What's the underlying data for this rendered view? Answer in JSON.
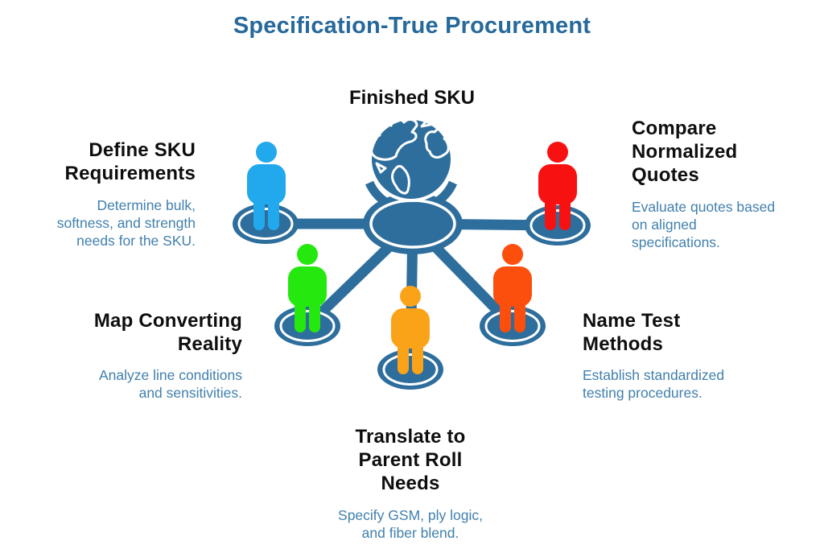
{
  "title": "Specification-True Procurement",
  "hub": {
    "label": "Finished SKU",
    "icon": "globe-icon"
  },
  "colors": {
    "steel_blue": "#2e6e9d",
    "title_blue": "#26699b",
    "description_blue": "#4180ad",
    "heading_black": "#0e0e0e",
    "background": "#ffffff"
  },
  "nodes": [
    {
      "id": "define-sku-requirements",
      "position": "top-left",
      "heading": "Define SKU\nRequirements",
      "description": "Determine bulk,\nsoftness, and strength\nneeds for the SKU.",
      "person_icon": "person-icon",
      "person_color": "#22a8ed"
    },
    {
      "id": "compare-normalized-quotes",
      "position": "top-right",
      "heading": "Compare\nNormalized\nQuotes",
      "description": "Evaluate quotes based\non aligned\nspecifications.",
      "person_icon": "person-icon",
      "person_color": "#f81111"
    },
    {
      "id": "map-converting-reality",
      "position": "bottom-left",
      "heading": "Map Converting\nReality",
      "description": "Analyze line conditions\nand sensitivities.",
      "person_icon": "person-icon",
      "person_color": "#25e80e"
    },
    {
      "id": "name-test-methods",
      "position": "bottom-right",
      "heading": "Name Test\nMethods",
      "description": "Establish standardized\ntesting procedures.",
      "person_icon": "person-icon",
      "person_color": "#fc4e0c"
    },
    {
      "id": "translate-to-parent-roll-needs",
      "position": "bottom-center",
      "heading": "Translate to\nParent Roll\nNeeds",
      "description": "Specify GSM, ply logic,\nand fiber blend.",
      "person_icon": "person-icon",
      "person_color": "#fba318"
    }
  ]
}
